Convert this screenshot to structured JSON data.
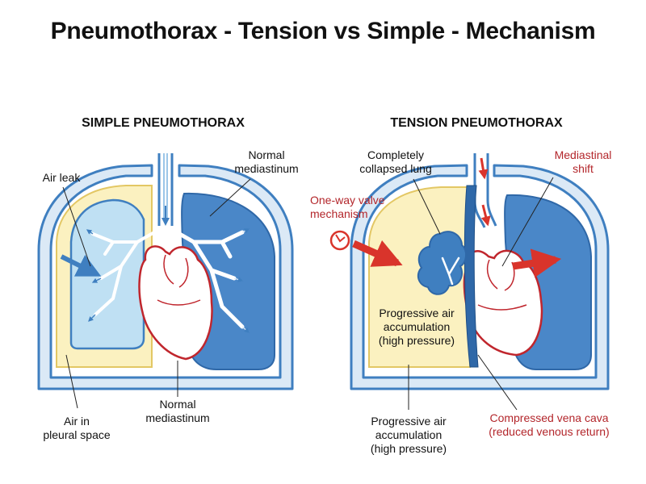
{
  "title": "Pneumothorax - Tension vs Simple - Mechanism",
  "simple": {
    "heading": "SIMPLE PNEUMOTHORAX",
    "labels": {
      "air_leak": "Air leak",
      "normal_mediastinum_top": "Normal\nmediastinum",
      "normal_mediastinum_bottom": "Normal\nmediastinum",
      "air_in_pleural_space": "Air in\npleural space"
    }
  },
  "tension": {
    "heading": "TENSION PNEUMOTHORAX",
    "labels": {
      "collapsed_lung": "Completely\ncollapsed lung",
      "mediastinal_shift": "Mediastinal\nshift",
      "one_way_valve": "One-way valve\nmechanism",
      "progressive_air_inside": "Progressive air\naccumulation\n(high pressure)",
      "progressive_air_bottom": "Progressive air\naccumulation\n(high pressure)",
      "compressed_vena_cava": "Compressed vena cava\n(reduced venous return)"
    }
  },
  "colors": {
    "rib_blue": "#3f7fc0",
    "lung_blue": "#4a87c8",
    "light_lung": "#bfe0f3",
    "pleural_yellow": "#fbf1c0",
    "heart_red": "#c0262d",
    "arrow_red": "#d9342b",
    "label_red": "#b3262b"
  }
}
